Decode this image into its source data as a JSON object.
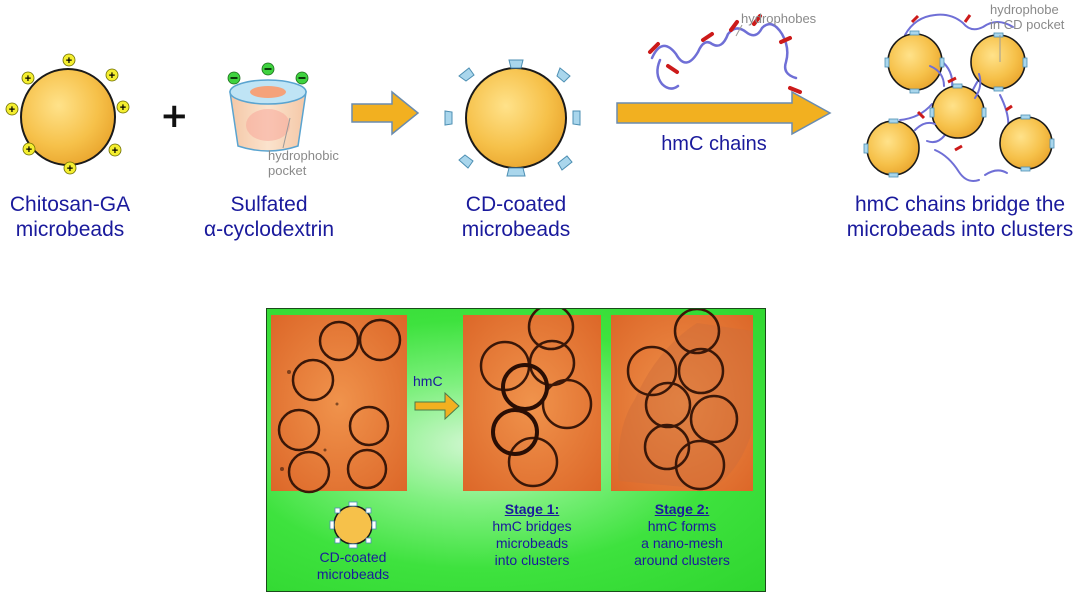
{
  "top_row": {
    "chitosan": {
      "line1": "Chitosan-GA",
      "line2": "microbeads"
    },
    "plus_sign": "+",
    "cyclodextrin": {
      "line1": "Sulfated",
      "line2": "α-cyclodextrin",
      "pocket_label": "hydrophobic\npocket"
    },
    "cd_coated": {
      "line1": "CD-coated",
      "line2": "microbeads"
    },
    "hmc": {
      "chains_label": "hmC chains",
      "hydrophobes_label": "hydrophobes"
    },
    "clusters": {
      "line1": "hmC chains bridge the",
      "line2": "microbeads into clusters",
      "annotation": "hydrophobe\nin CD pocket"
    }
  },
  "panel": {
    "arrow_label": "hmC",
    "inset_label": {
      "line1": "CD-coated",
      "line2": "microbeads"
    },
    "stage1": {
      "heading": "Stage 1:",
      "line1": "hmC bridges",
      "line2": "microbeads",
      "line3": "into clusters"
    },
    "stage2": {
      "heading": "Stage 2:",
      "line1": "hmC forms",
      "line2": "a nano-mesh",
      "line3": "around clusters"
    }
  },
  "colors": {
    "bead_fill": "#f6c14a",
    "bead_stroke": "#1a1a1a",
    "label_blue": "#1a1a9c",
    "arrow_fill": "#f2b020",
    "arrow_stroke": "#6a8caf",
    "cd_patch": "#a9d6ec",
    "polymer": "#6f6fd6",
    "hydrophobe": "#cc1a1a",
    "panel_green": "#38e038",
    "micrograph_orange": "#e77a36"
  }
}
